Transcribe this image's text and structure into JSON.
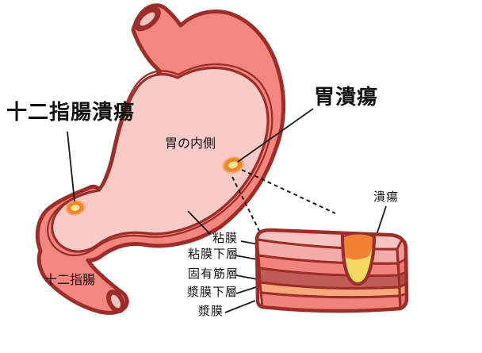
{
  "title_labels": {
    "duodenal_ulcer": "十二指腸潰瘍",
    "gastric_ulcer": "胃潰瘍"
  },
  "annotations": {
    "stomach_inside": "胃の内側",
    "duodenum": "十二指腸",
    "ulcer": "潰瘍"
  },
  "tissue_layers": [
    {
      "label": "粘膜",
      "color": "#F5ACA9"
    },
    {
      "label": "粘膜下層",
      "color": "#F1837B"
    },
    {
      "label": "固有筋層",
      "color": "#C05B55"
    },
    {
      "label": "漿膜下層",
      "color": "#F6A87B"
    },
    {
      "label": "漿膜",
      "color": "#F1837B"
    }
  ],
  "colors": {
    "organ_fill": "#F5867E",
    "outline": "#9C2D28",
    "cavity_fill": "#FACBC6",
    "block_top_face": "#F8C3C0",
    "ulcer_orange": "#EE8430",
    "ulcer_yellow": "#F9E98B",
    "crater_orange": "#F18233",
    "crater_yellow": "#F3D960",
    "line_color": "#1a1a1a"
  }
}
